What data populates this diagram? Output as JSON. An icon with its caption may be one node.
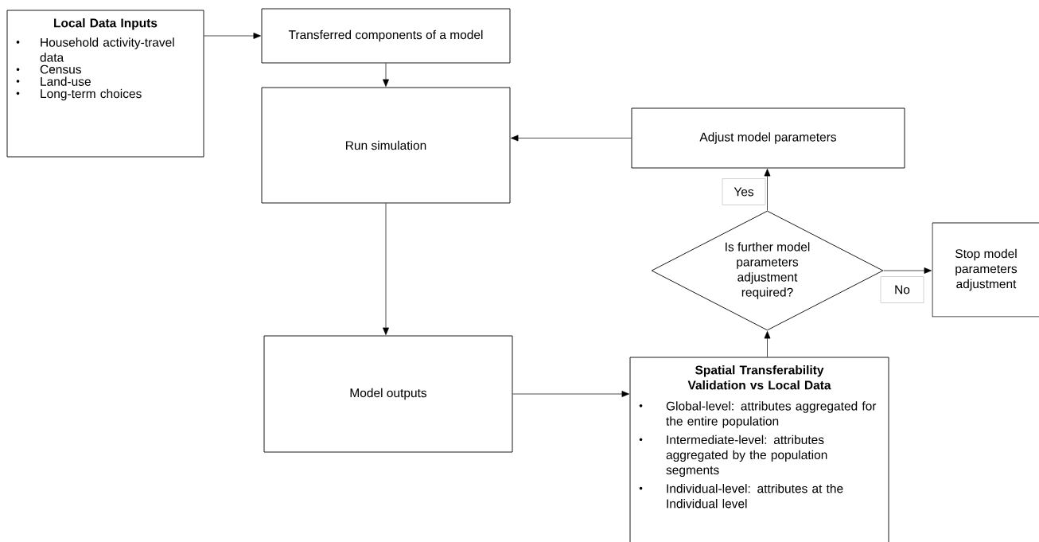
{
  "diagram": {
    "nodes": [
      {
        "text": [
          "Local Data Inputs",
          "Household activity-travel data",
          "Census",
          "Land-use",
          "Long-term choices"
        ]
      },
      {
        "text": [
          "Transferred components of a model"
        ]
      },
      {
        "text": [
          "Run simulation"
        ]
      },
      {
        "text": [
          "Model outputs"
        ]
      },
      {
        "text": [
          "Spatial Transferability Validation vs Local Data",
          "Global-level: attributes aggregated for the entire population",
          "Intermediate-level: attributes aggregated by the population segments",
          "Individual-level: attributes at the Individual level"
        ]
      },
      {
        "text": [
          "Is further model parameters adjustment required?"
        ]
      },
      {
        "text": [
          "Adjust model parameters"
        ]
      },
      {
        "text": [
          "Stop model parameters adjustment"
        ]
      }
    ],
    "edges": [
      {
        "from": 0,
        "to": 1,
        "arrow": "to"
      },
      {
        "from": 1,
        "to": 2,
        "arrow": "to"
      },
      {
        "from": 2,
        "to": 3,
        "arrow": "to"
      },
      {
        "from": 3,
        "to": 4,
        "arrow": "to"
      },
      {
        "from": 4,
        "to": 5,
        "arrow": "to"
      },
      {
        "from": 5,
        "to": 6,
        "arrow": "to",
        "label": "Yes"
      },
      {
        "from": 5,
        "to": 7,
        "arrow": "to",
        "label": "No"
      },
      {
        "from": 6,
        "to": 2,
        "arrow": "to"
      }
    ]
  }
}
